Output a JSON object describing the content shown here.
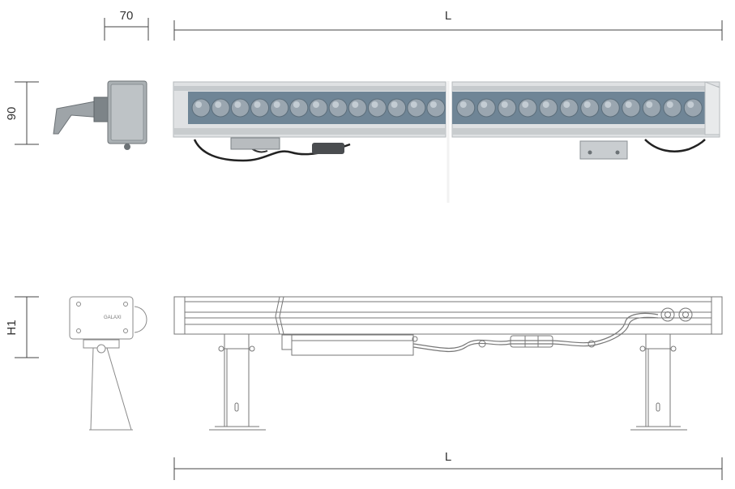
{
  "dimensions": {
    "width_label": "70",
    "length_label_top": "L",
    "height_label": "90",
    "height_label_bottom": "H1",
    "length_label_bottom": "L"
  },
  "colors": {
    "line": "#444444",
    "housing": "#d8dadc",
    "lens_bg": "#6f8596",
    "led": "#9aa6b0",
    "drawing": "#8a8a8a"
  },
  "photo": {
    "led_count_left": 13,
    "led_count_right": 12
  },
  "logo_text": "GALAXI"
}
